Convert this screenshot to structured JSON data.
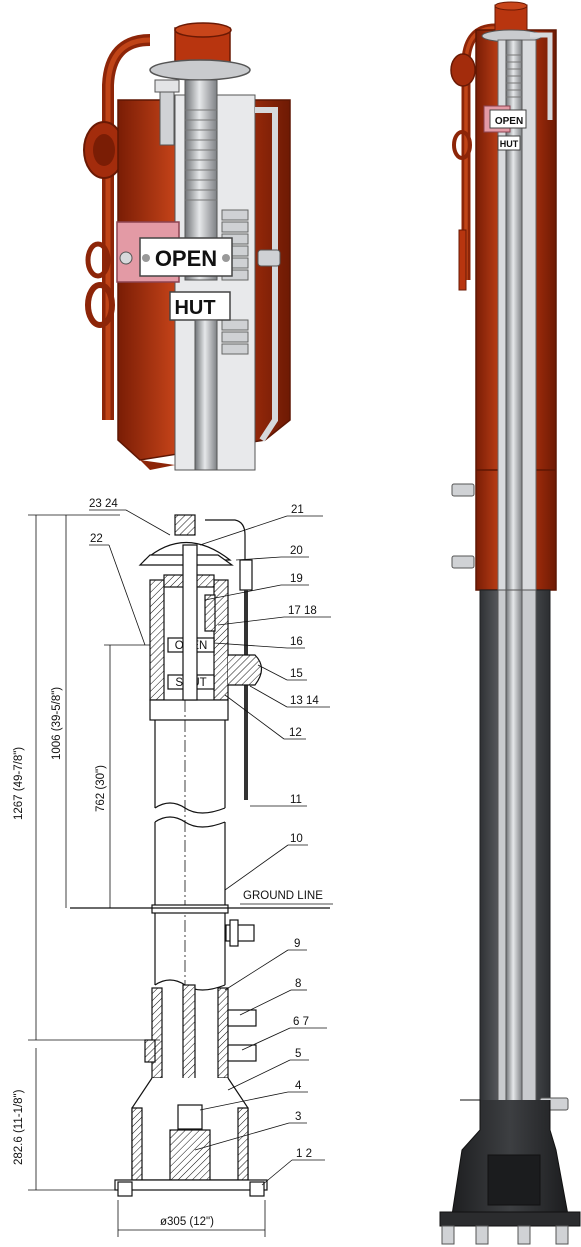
{
  "colors": {
    "rust": "#b8350f",
    "rust_dark": "#7a1d05",
    "rust_light": "#d65a2a",
    "steel": "#b9bcc0",
    "steel_dark": "#6f7276",
    "pipe_dark": "#4a4d51",
    "base_black": "#2b2c2e",
    "pink_clamp": "#e39aa5",
    "line": "#111111"
  },
  "closeup_view": {
    "open_plate": "OPEN",
    "shut_plate": "HUT"
  },
  "tall_view": {
    "open_plate": "OPEN",
    "shut_plate": "HUT"
  },
  "drawing": {
    "plate_open": "OPEN",
    "plate_shut": "SHUT",
    "ground_line": "GROUND  LINE",
    "callouts": [
      "23 24",
      "21",
      "22",
      "20",
      "19",
      "17 18",
      "16",
      "15",
      "13 14",
      "12",
      "11",
      "10",
      "9",
      "8",
      "6  7",
      "5",
      "4",
      "3",
      "1  2"
    ],
    "dimensions": {
      "total_height": "1267  (49-7/8\")",
      "upper_height": "1006  (39-5/8\")",
      "mid_height": "762  (30\")",
      "base_height": "282.6  (11-1/8\")",
      "base_diameter": "ø305  (12\")"
    }
  }
}
